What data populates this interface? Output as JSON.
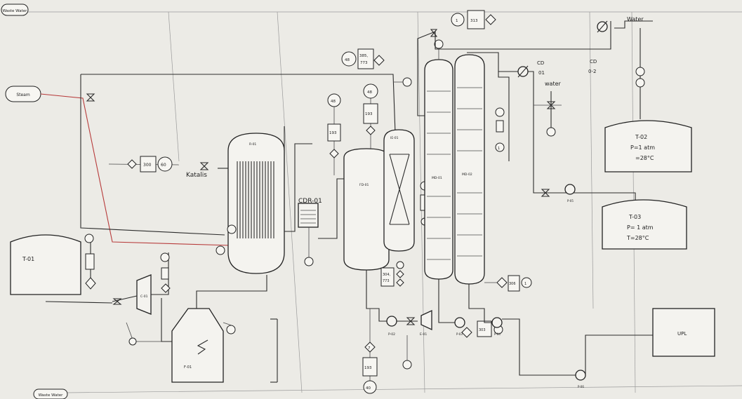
{
  "labels": {
    "waste_water_top": "Waste Water",
    "steam": "Steam",
    "waste_water_bottom": "Waste Water",
    "katalis": "Katalis",
    "cdr01": "CDR-01",
    "water1": "Water",
    "water2": "water",
    "cd01_a": "CD",
    "cd01_b": "01",
    "cd02_a": "CD",
    "cd02_b": "0-2",
    "upl": "UPL"
  },
  "equipment": {
    "t01": "T-01",
    "t02": "T-02",
    "t02_p": "P=1 atm",
    "t02_t": "=28°C",
    "t03": "T-03",
    "t03_p": "P= 1 atm",
    "t03_t": "T=28°C",
    "r01": "R-01",
    "fd01": "FD-01",
    "ie01": "IE-01",
    "md01": "MD-01",
    "md02": "MD-02",
    "c01": "C-01",
    "f01": "F-01",
    "p02": "P-02",
    "e01": "E-01",
    "p03": "P-03",
    "p04": "P-04",
    "p05": "P-05",
    "p06": "P-06"
  },
  "streams": {
    "s300": "300",
    "s60": "60",
    "s48a": "48",
    "s193a": "193",
    "s48b": "48",
    "s193b": "193",
    "s48c": "48",
    "s385": "385,",
    "s773": "773",
    "s1a": "1",
    "s313": "313",
    "s1b": "1",
    "s304": "304,",
    "s773b": "773",
    "s7": "7",
    "s193c": "193",
    "s40": "40",
    "s306": "306",
    "s303": "303",
    "s1c": "1"
  }
}
